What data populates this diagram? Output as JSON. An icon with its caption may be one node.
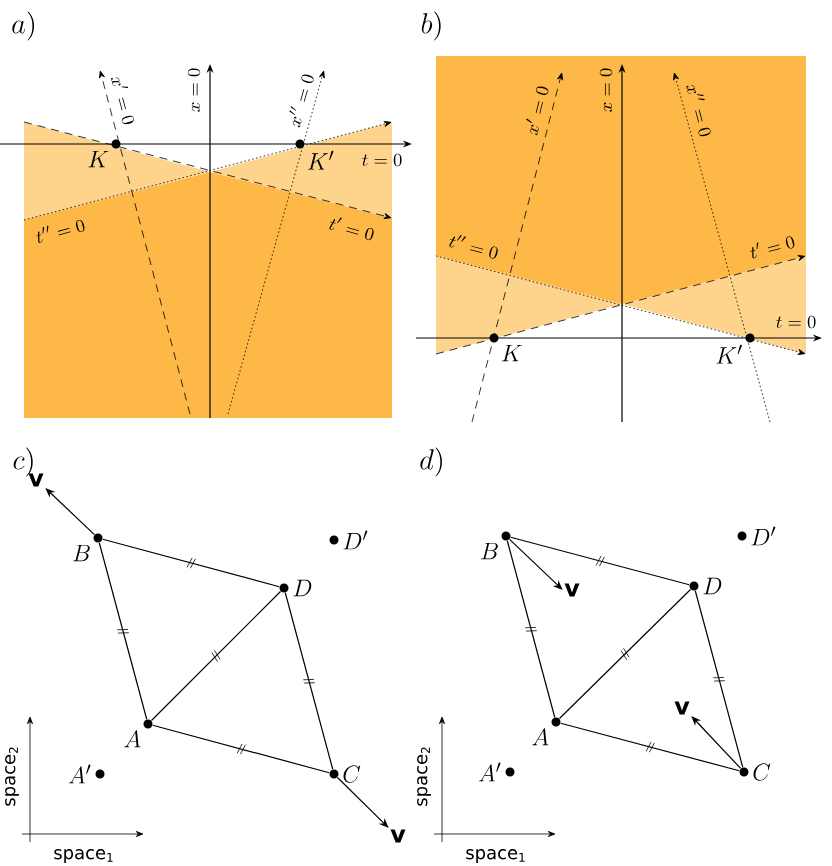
{
  "diagram": {
    "nodes": [
      {
        "text": [
          "K"
        ]
      },
      {
        "text": [
          "K'"
        ]
      },
      {
        "text": [
          "K"
        ]
      },
      {
        "text": [
          "K'"
        ]
      },
      {
        "text": [
          "B"
        ]
      },
      {
        "text": [
          "D'"
        ]
      },
      {
        "text": [
          "D"
        ]
      },
      {
        "text": [
          "A"
        ]
      },
      {
        "text": [
          "A'"
        ]
      },
      {
        "text": [
          "C"
        ]
      },
      {
        "text": [
          "B"
        ]
      },
      {
        "text": [
          "D'"
        ]
      },
      {
        "text": [
          "D"
        ]
      },
      {
        "text": [
          "A"
        ]
      },
      {
        "text": [
          "A'"
        ]
      },
      {
        "text": [
          "C"
        ]
      },
      {
        "text": [
          "\\mathbf{v}"
        ]
      },
      {
        "text": [
          "\\mathbf{v}"
        ]
      },
      {
        "text": [
          "\\mathbf{v}"
        ]
      },
      {
        "text": [
          "\\mathbf{v}"
        ]
      }
    ],
    "edges": [
      {
        "from": 4,
        "to": 6,
        "arrow": "none"
      },
      {
        "from": 4,
        "to": 7,
        "arrow": "none"
      },
      {
        "from": 7,
        "to": 6,
        "arrow": "none"
      },
      {
        "from": 6,
        "to": 9,
        "arrow": "none"
      },
      {
        "from": 7,
        "to": 9,
        "arrow": "none"
      },
      {
        "from": 4,
        "to": 16,
        "arrow": "to"
      },
      {
        "from": 9,
        "to": 17,
        "arrow": "to"
      },
      {
        "from": 10,
        "to": 12,
        "arrow": "none"
      },
      {
        "from": 10,
        "to": 13,
        "arrow": "none"
      },
      {
        "from": 13,
        "to": 12,
        "arrow": "none"
      },
      {
        "from": 12,
        "to": 15,
        "arrow": "none"
      },
      {
        "from": 13,
        "to": 15,
        "arrow": "none"
      },
      {
        "from": 10,
        "to": 18,
        "arrow": "to"
      },
      {
        "from": 15,
        "to": 19,
        "arrow": "to"
      }
    ],
    "labels": [
      "a)",
      "x' = 0",
      "x = 0",
      "x'' = 0",
      "t = 0",
      "t'' = 0",
      "t' = 0",
      "b)",
      "x' = 0",
      "x = 0",
      "x'' = 0",
      "t'' = 0",
      "t' = 0",
      "t = 0",
      "c)",
      "space$_{2}$",
      "space$_{1}$",
      "d)",
      "space$_{2}$",
      "space$_{1}$"
    ]
  }
}
